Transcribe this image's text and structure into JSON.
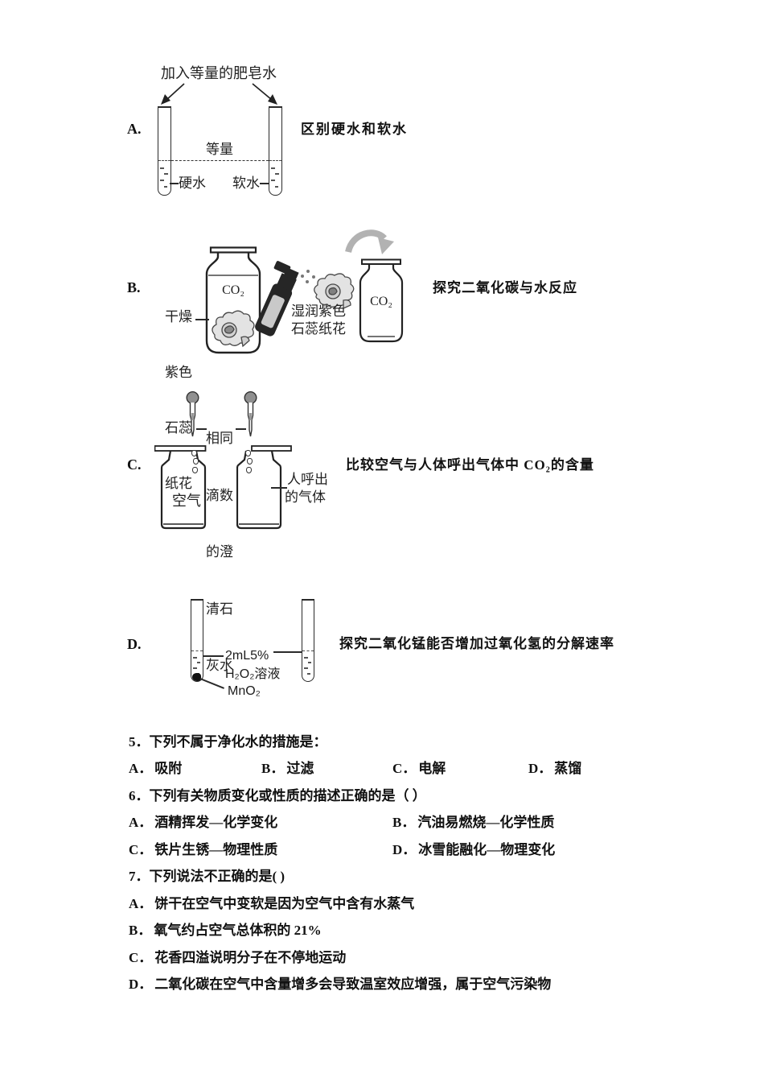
{
  "page": {
    "background": "#ffffff",
    "ink": "#1c1c1c"
  },
  "options": [
    {
      "label": "A.",
      "caption": "区别硬水和软水",
      "diagram": {
        "top_label": "加入等量的肥皂水",
        "equal_label": "等量",
        "left_liquid_label": "硬水",
        "right_liquid_label": "软水"
      }
    },
    {
      "label": "B.",
      "caption": "探究二氧化碳与水反应",
      "diagram": {
        "dry_flower_label_lines": [
          "干燥",
          "紫色",
          "石蕊",
          "纸花"
        ],
        "left_bottle_gas": "CO₂",
        "wet_flower_label_lines": [
          "湿润紫色",
          "石蕊纸花"
        ],
        "right_bottle_gas": "CO₂"
      }
    },
    {
      "label": "C.",
      "caption": "比较空气与人体呼出气体中 CO₂的含量",
      "diagram": {
        "dropper_label_lines": [
          "相同",
          "滴数",
          "的澄",
          "清石",
          "灰水"
        ],
        "left_bottle_label": "空气",
        "right_bottle_label_lines": [
          "人呼出",
          "的气体"
        ]
      }
    },
    {
      "label": "D.",
      "caption": "探究二氧化锰能否增加过氧化氢的分解速率",
      "diagram": {
        "volume_label": "2mL5%",
        "solution_label": "H₂O₂溶液",
        "catalyst_label": "MnO₂"
      }
    }
  ],
  "questions": [
    {
      "number": "5．",
      "stem": "下列不属于净化水的措施是：",
      "choices": [
        {
          "label": "A．",
          "text": "吸附"
        },
        {
          "label": "B．",
          "text": "过滤"
        },
        {
          "label": "C．",
          "text": "电解"
        },
        {
          "label": "D．",
          "text": "蒸馏"
        }
      ]
    },
    {
      "number": "6．",
      "stem": "下列有关物质变化或性质的描述正确的是（ ）",
      "choices": [
        {
          "label": "A．",
          "text": "酒精挥发—化学变化"
        },
        {
          "label": "B．",
          "text": "汽油易燃烧—化学性质"
        },
        {
          "label": "C．",
          "text": "铁片生锈—物理性质"
        },
        {
          "label": "D．",
          "text": "冰雪能融化—物理变化"
        }
      ]
    },
    {
      "number": "7．",
      "stem": "下列说法不正确的是( )",
      "choices": [
        {
          "label": "A．",
          "text": "饼干在空气中变软是因为空气中含有水蒸气"
        },
        {
          "label": "B．",
          "text": "氧气约占空气总体积的 21%"
        },
        {
          "label": "C．",
          "text": "花香四溢说明分子在不停地运动"
        },
        {
          "label": "D．",
          "text": "二氧化碳在空气中含量增多会导致温室效应增强，属于空气污染物"
        }
      ]
    }
  ]
}
